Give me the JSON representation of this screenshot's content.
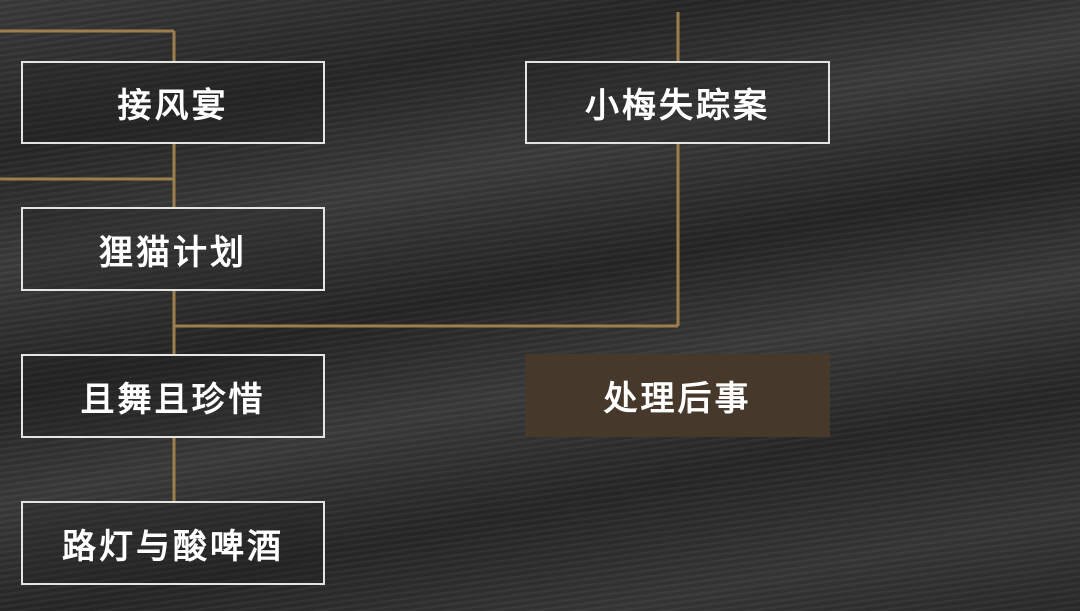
{
  "colors": {
    "connector": "#9c7f4c",
    "active_fill": "#46382a",
    "node_border": "#e4e4e4",
    "text": "#ffffff"
  },
  "left_column": [
    {
      "label": "接风宴"
    },
    {
      "label": "狸猫计划"
    },
    {
      "label": "且舞且珍惜"
    },
    {
      "label": "路灯与酸啤酒"
    }
  ],
  "right_column": [
    {
      "label": "小梅失踪案"
    },
    {
      "label": "处理后事",
      "active": true
    }
  ]
}
